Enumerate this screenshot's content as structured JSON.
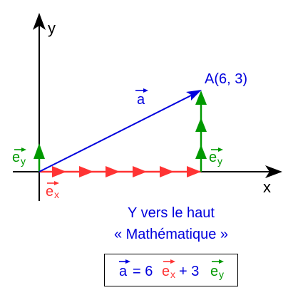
{
  "colors": {
    "blue": "#0000dd",
    "red": "#ff3333",
    "green": "#009900",
    "axis": "#000000"
  },
  "axes": {
    "x_label": "x",
    "y_label": "y"
  },
  "point": {
    "label": "A(6, 3)",
    "x": 6,
    "y": 3
  },
  "vectors": {
    "a_label": "a",
    "ex_label": "e",
    "ex_sub": "x",
    "ey_label": "e",
    "ey_sub": "y"
  },
  "caption": {
    "line1": "Y vers le haut",
    "line2": "« Mathématique »"
  },
  "formula": {
    "lhs": "a",
    "eq": "= 6",
    "plus": "+ 3"
  }
}
